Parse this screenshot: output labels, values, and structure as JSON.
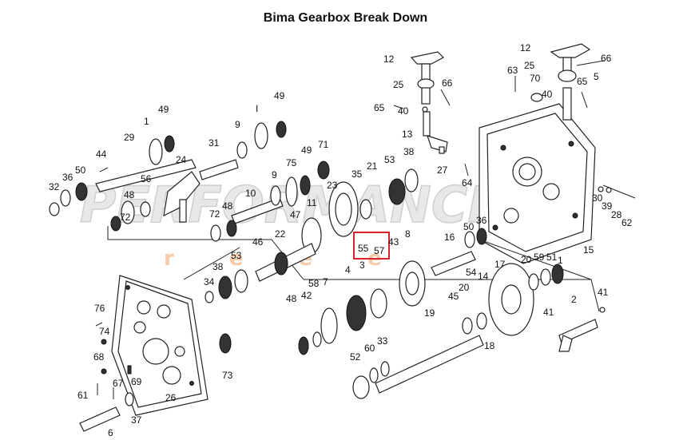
{
  "title": "Bima Gearbox Break Down",
  "watermark": "PERFORMANCE",
  "watermark_sub": "r e e e",
  "highlight_color": "#d9232d",
  "callouts": {
    "c12a": "12",
    "c25a": "25",
    "c66a": "66",
    "c65a": "65",
    "c40a": "40",
    "c13": "13",
    "c27": "27",
    "c12b": "12",
    "c25b": "25",
    "c66b": "66",
    "c63": "63",
    "c70": "70",
    "c40b": "40",
    "c65b": "65",
    "c5": "5",
    "c49a": "49",
    "c1a": "1",
    "cIa": "I",
    "c49b": "49",
    "c9a": "9",
    "c31": "31",
    "c29": "29",
    "c36a": "36",
    "c44": "44",
    "c50a": "50",
    "c32": "32",
    "c24": "24",
    "c48a": "48",
    "c56": "56",
    "c72a": "72",
    "c49c": "49",
    "c71": "71",
    "c75": "75",
    "c9b": "9",
    "c10": "10",
    "c72b": "72",
    "c48b": "48",
    "c47": "47",
    "c11": "11",
    "c23": "23",
    "c35": "35",
    "c21": "21",
    "c53a": "53",
    "c38a": "38",
    "c64": "64",
    "c30": "30",
    "c39": "39",
    "c28": "28",
    "c62": "62",
    "c15": "15",
    "c1b": "1",
    "c22": "22",
    "c46": "46",
    "c53b": "53",
    "c38b": "38",
    "c34": "34",
    "c55": "55",
    "c57": "57",
    "c3": "3",
    "c43": "43",
    "c8": "8",
    "c16": "16",
    "c50b": "50",
    "c36b": "36",
    "c20a": "20",
    "c59": "59",
    "c51": "51",
    "c4": "4",
    "c7": "7",
    "c58": "58",
    "c42": "42",
    "c48c": "48",
    "c54": "54",
    "c14": "14",
    "c17": "17",
    "c45": "45",
    "c20b": "20",
    "c41a": "41",
    "c2": "2",
    "c41b": "41",
    "c19": "19",
    "c18": "18",
    "c76": "76",
    "c74": "74",
    "c68": "68",
    "c69": "69",
    "c67": "67",
    "c61": "61",
    "c26": "26",
    "c73": "73",
    "c52": "52",
    "c60": "60",
    "c33": "33",
    "c6": "6",
    "c37": "37"
  }
}
